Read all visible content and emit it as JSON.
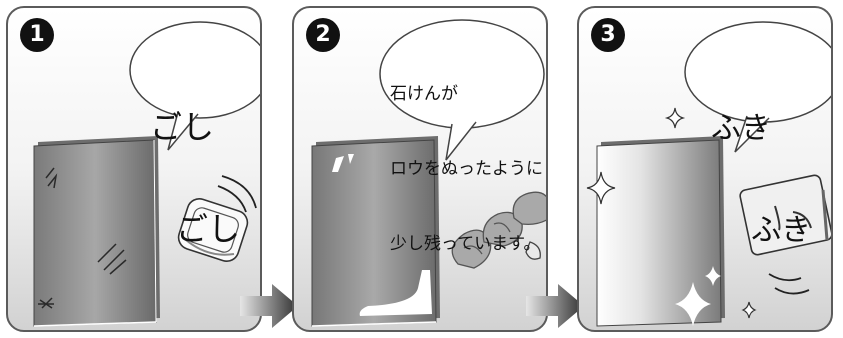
{
  "steps": [
    {
      "number": "1",
      "speech_lines": [
        "ごし",
        "ごし"
      ],
      "icons": [
        "glass-pane-icon",
        "scratch-marks-icon",
        "soap-bar-icon",
        "motion-lines-icon"
      ]
    },
    {
      "number": "2",
      "speech_lines": [
        "石けんが",
        "ロウをぬったように",
        "少し残っています。"
      ],
      "icons": [
        "glass-pane-icon",
        "twisted-cloth-icon",
        "water-drop-icon",
        "wax-shine-icon"
      ]
    },
    {
      "number": "3",
      "speech_lines": [
        "ふき",
        "ふき"
      ],
      "icons": [
        "glass-pane-icon",
        "sparkle-icon",
        "wiping-cloth-icon",
        "motion-lines-icon"
      ]
    }
  ],
  "colors": {
    "panel_border": "#5b5b5b",
    "glass_dark": "#6f6f6f",
    "glass_light": "#f2f2f2",
    "arrow": "#3a3a3a",
    "step_badge": "#111111"
  }
}
